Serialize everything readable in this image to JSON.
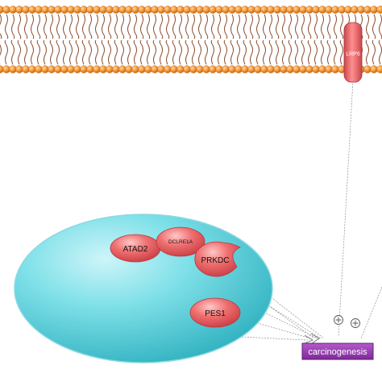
{
  "membrane": {
    "receptor_label": "LRP6",
    "head_color": "#f59a3a",
    "tail_color": "#8a4a2a"
  },
  "nucleus": {
    "fill_color": "#3fc6d4"
  },
  "proteins": [
    {
      "label": "ATAD2",
      "shape": "ellipse"
    },
    {
      "label": "DCLRE1A",
      "shape": "ellipse"
    },
    {
      "label": "PRKDC",
      "shape": "pac"
    },
    {
      "label": "PES1",
      "shape": "ellipse"
    }
  ],
  "outcome": {
    "label": "carcinogenesis",
    "fill_color": "#9b3fb8"
  },
  "modulators": [
    {
      "symbol": "⊕"
    },
    {
      "symbol": "⊕"
    }
  ]
}
